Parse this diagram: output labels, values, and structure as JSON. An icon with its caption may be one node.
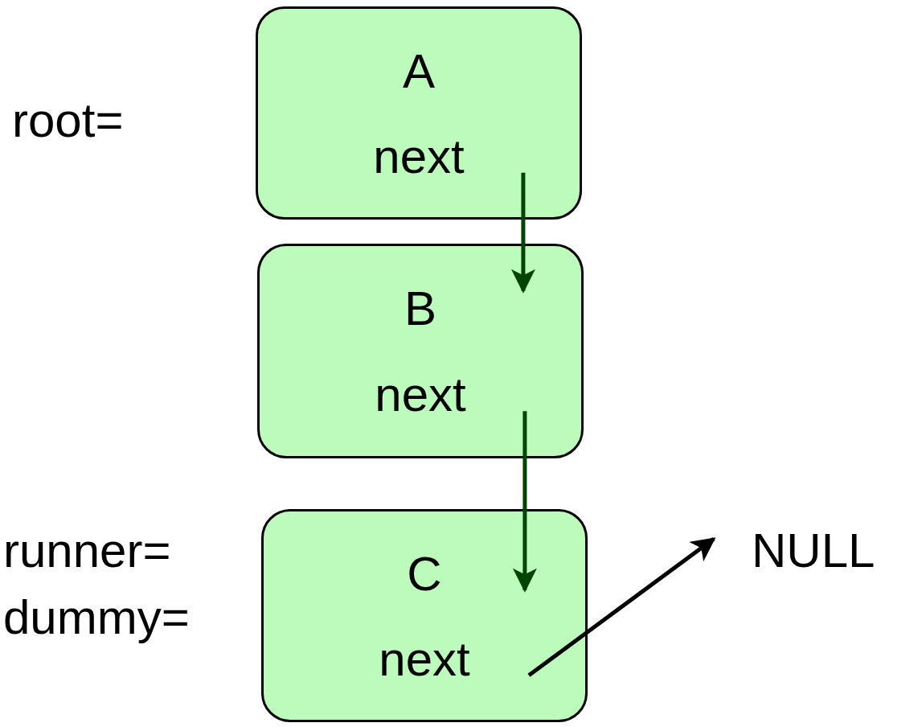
{
  "diagram": {
    "nodes": [
      {
        "text": [
          "A",
          "next"
        ]
      },
      {
        "text": [
          "B",
          "next"
        ]
      },
      {
        "text": [
          "C",
          "next"
        ]
      },
      {
        "text": [
          "NULL"
        ]
      }
    ],
    "edges": [
      {
        "from": 0,
        "to": 1,
        "arrow": "to"
      },
      {
        "from": 1,
        "to": 2,
        "arrow": "to"
      },
      {
        "from": 2,
        "to": 3,
        "arrow": "to",
        "color": "#000000"
      }
    ],
    "labels": [
      "root=",
      "runner=",
      "dummy="
    ]
  }
}
